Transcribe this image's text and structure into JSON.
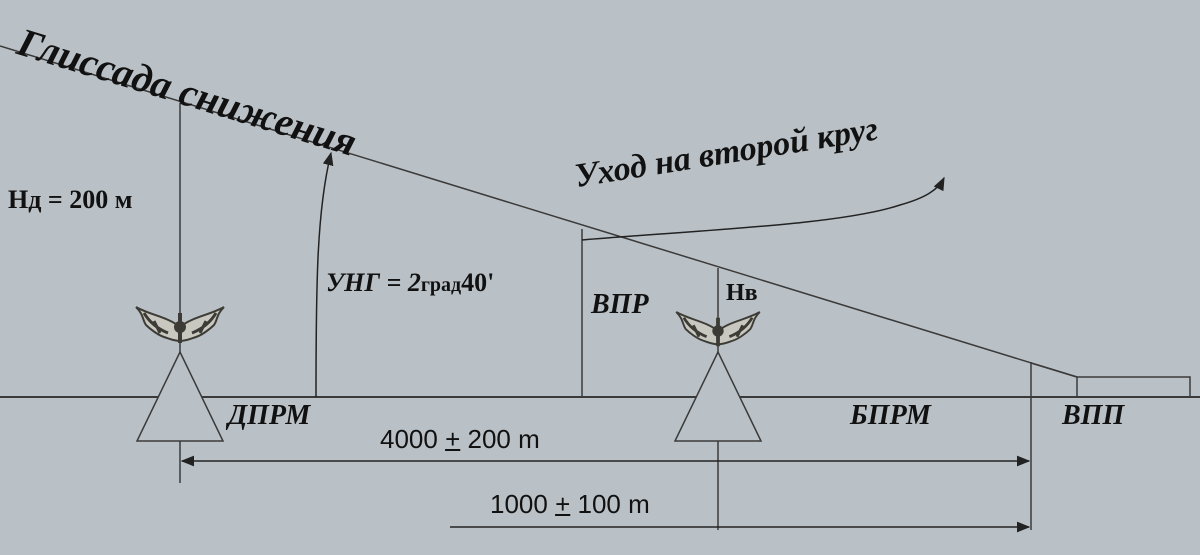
{
  "labels": {
    "glideslope": "Глиссада снижения",
    "go_around": "Уход на второй круг",
    "hd": "Hд = 200 м",
    "ung": "УНГ = 2",
    "ung_unit": "град",
    "ung_min": "40'",
    "vpr": "ВПР",
    "hv": "Hв",
    "dprm": "ДПРМ",
    "bprm": "БПРМ",
    "vpp": "ВПП"
  },
  "dimensions": {
    "far": {
      "value": "4000",
      "pm": "+",
      "tol": "200 m"
    },
    "near": {
      "value": "1000",
      "pm": "+",
      "tol": "100 m"
    }
  },
  "colors": {
    "background": "#bac1c6",
    "line": "#3a3a3a",
    "text": "#111111",
    "marker_light": "#c9c8c0",
    "marker_dark": "#3c3b35"
  },
  "icons": [
    "marker-beacon-icon",
    "marker-beacon-icon"
  ]
}
